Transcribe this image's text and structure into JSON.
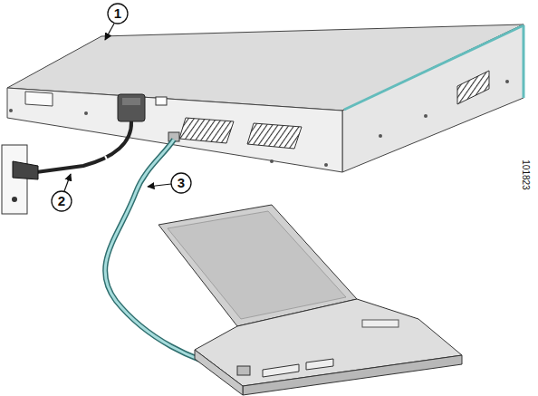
{
  "diagram": {
    "labels": [
      "1",
      "2",
      "3",
      "101823"
    ]
  }
}
